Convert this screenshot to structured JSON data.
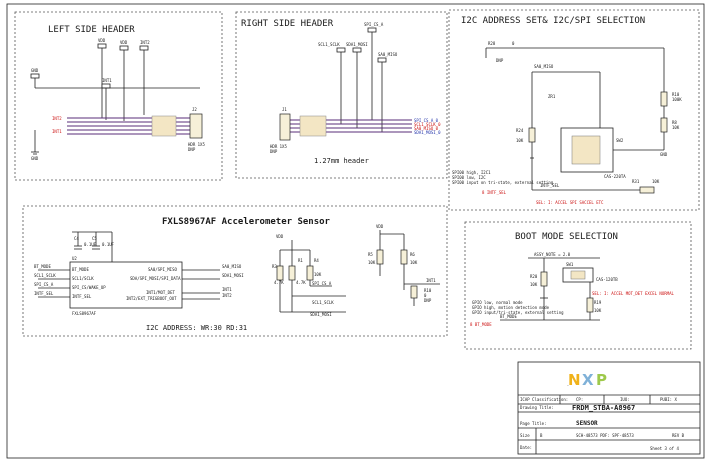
{
  "sections": {
    "left_header": "LEFT SIDE HEADER",
    "right_header": "RIGHT SIDE HEADER",
    "i2c_sel": "I2C ADDRESS SET& I2C/SPI SELECTION",
    "accel": "FXLS8967AF Accelerometer Sensor",
    "boot": "BOOT MODE SELECTION"
  },
  "left": {
    "nets": [
      "VDD",
      "VDD",
      "INT2",
      "GND",
      "INT1",
      "INT2",
      "INT1"
    ],
    "connector": "J2",
    "connector_desc": [
      "HDR 1X5",
      "DNP"
    ],
    "gnd": "GND"
  },
  "right": {
    "nets": [
      "SPI_CS_A",
      "SCL1_SCLK",
      "SDA1_MOSI",
      "SA0_MISO"
    ],
    "pins": [
      "SPI_CS_A_0",
      "SCL1_SCLK_0",
      "SA0_MISO_0",
      "SDA1_MOSI_0"
    ],
    "connector": "J1",
    "connector_desc": [
      "HDR 1X5",
      "DNP"
    ],
    "note": "1.27mm header"
  },
  "i2c": {
    "parts": [
      "R28",
      "0",
      "DNP",
      "SA0_MISO",
      "ZR1",
      "R24",
      "10K",
      "SW2",
      "R10",
      "100K",
      "R8",
      "10K",
      "R31",
      "10K",
      "GND"
    ],
    "chip": "CAS-220TA",
    "notes": [
      "SPI00 high, I2C1",
      "SPI00 low, I2C",
      "SPI00 input on tri-state, external setting"
    ],
    "intf": "INTF_SEL",
    "intf_red": "8  INTF_SEL",
    "sel_note": "SEL: I: ACCEL SPI SACCEL ETC"
  },
  "accel": {
    "caps": [
      "C4",
      "C5",
      "0.1UF",
      "0.1UF"
    ],
    "u": "U2",
    "left_pins": [
      "BT_MODE",
      "SCL1/SCLK",
      "SPI_CS/WAKE_UP",
      "INTF_SEL"
    ],
    "left_nets": [
      "BT_MODE",
      "SCL1_SCLK",
      "SPI_CS_A",
      "INTF_SEL"
    ],
    "right_pins": [
      "SA0/SPI_MISO",
      "SDA/SPI_MOSI/SPI_DATA",
      "INT1/MOT_DET",
      "INT2/EXT_TRIGBOOT_OUT"
    ],
    "right_nets": [
      "SA0_MISO",
      "SDA1_MOSI",
      "INT1",
      "INT2"
    ],
    "part": "FXLS8967AF",
    "pullups": [
      "VDD",
      "R3",
      "R1",
      "R4",
      "4.7K",
      "4.7K",
      "10K",
      "SPI_CS_A",
      "SCL1_SCLK",
      "SDA1_MOSI"
    ],
    "right_res": [
      "VDD",
      "R5",
      "R6",
      "10K",
      "10K",
      "R10",
      "0",
      "DNP",
      "INT1"
    ],
    "address": "I2C ADDRESS:  WR:30 RD:31"
  },
  "boot": {
    "net": "ASSY_NOTE = 2.0",
    "parts": [
      "R20",
      "10K",
      "SW1",
      "CAS-120TB",
      "R19",
      "10K"
    ],
    "notes": [
      "GPIO low, normal mode",
      "GPIO high, motion detection mode",
      "GPIO input/tri-state, external setting"
    ],
    "bt": "BT_MODE",
    "bt_red": "8  BT_MODE",
    "sel_note": "SEL: I: ACCEL MOT_DET EXCEL NORMAL"
  },
  "title_block": {
    "logo": "NXP",
    "rows": [
      "ICAP Classification:",
      "Drawing Title:",
      "Page Title:",
      "Size",
      "Date:"
    ],
    "cols": [
      "CP:",
      "IUO:",
      "PUBI: X"
    ],
    "title": "FRDM_STBA-A8967",
    "page_title": "SENSOR",
    "doc": "SCH-48573 PDF: SPF-48573",
    "rev": "REV B",
    "sheet": "Sheet 3 of 4",
    "size": "B"
  }
}
